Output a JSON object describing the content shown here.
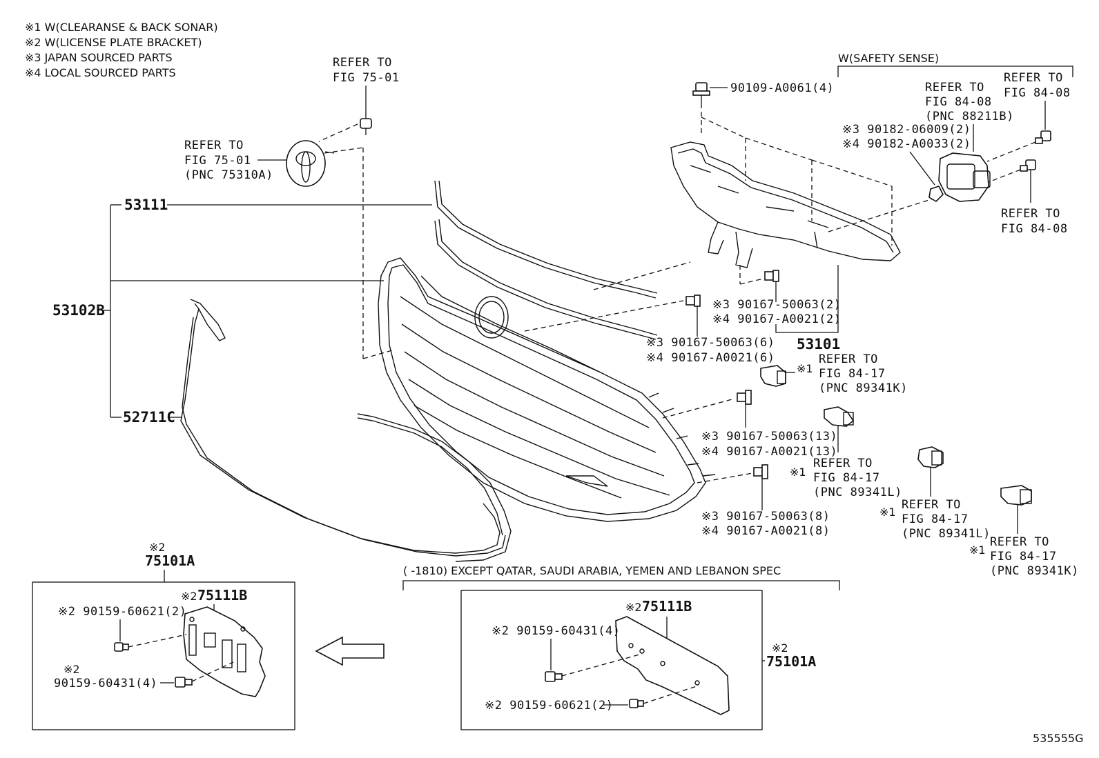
{
  "notes": [
    "※1 W(CLEARANSE & BACK SONAR)",
    "※2 W(LICENSE PLATE BRACKET)",
    "※3 JAPAN SOURCED PARTS",
    "※4 LOCAL SOURCED PARTS"
  ],
  "refs": {
    "emblem_bolt": [
      "REFER TO",
      "FIG 75-01"
    ],
    "emblem": [
      "REFER TO",
      "FIG 75-01",
      "(PNC 75310A)"
    ],
    "sensor_top": [
      "REFER TO",
      "FIG 84-08",
      "(PNC 88211B)"
    ],
    "bolt_top_right": [
      "REFER TO",
      "FIG 84-08"
    ],
    "bolt_right": [
      "REFER TO",
      "FIG 84-08"
    ],
    "sonar_1": [
      "REFER TO",
      "FIG 84-17",
      "(PNC 89341K)"
    ],
    "sonar_2": [
      "REFER TO",
      "FIG 84-17",
      "(PNC 89341L)"
    ],
    "sonar_3": [
      "REFER TO",
      "FIG 84-17",
      "(PNC 89341L)"
    ],
    "sonar_4": [
      "REFER TO",
      "FIG 84-17",
      "(PNC 89341K)"
    ]
  },
  "mark1": "※1",
  "group_safety": "W(SAFETY SENSE)",
  "group_except": "(      -1810) EXCEPT QATAR, SAUDI ARABIA, YEMEN AND LEBANON SPEC",
  "parts": {
    "p53111": "53111",
    "p53102B": "53102B",
    "p52711C": "52711C",
    "p53101": "53101",
    "p75101A_left": "75101A",
    "p75101A_right": "75101A",
    "p75111B_left": "75111B",
    "p75111B_right": "75111B",
    "mark2": "※2"
  },
  "fasteners": {
    "f90109": "90109-A0061(4)",
    "f06009": "※3 90182-06009(2)",
    "fA0033": "※4 90182-A0033(2)",
    "f50063_2": "※3 90167-50063(2)",
    "fA0021_2": "※4 90167-A0021(2)",
    "f50063_6": "※3 90167-50063(6)",
    "fA0021_6": "※4 90167-A0021(6)",
    "f50063_13": "※3 90167-50063(13)",
    "fA0021_13": "※4 90167-A0021(13)",
    "f50063_8": "※3 90167-50063(8)",
    "fA0021_8": "※4 90167-A0021(8)",
    "f60621_left": "※2 90159-60621(2)",
    "f60431_left": "90159-60431(4)",
    "f60431_right": "※2 90159-60431(4)",
    "f60621_right": "※2 90159-60621(2)"
  },
  "figure_code": "535555G"
}
